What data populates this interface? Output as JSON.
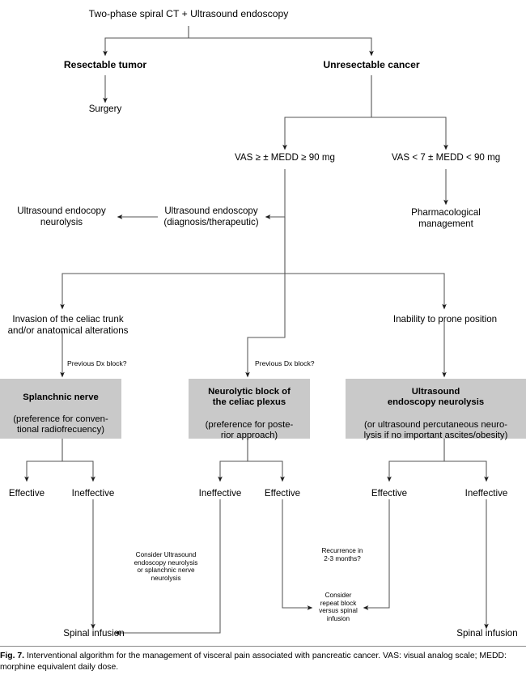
{
  "figure": {
    "number": "Fig. 7.",
    "caption": "Interventional algorithm for the management of visceral pain associated with pancreatic cancer. VAS: visual analog scale; MEDD: morphine equivalent daily dose.",
    "colors": {
      "box_fill": "#c9c9c9",
      "line": "#444444",
      "text": "#000000",
      "background": "#ffffff"
    }
  },
  "nodes": {
    "root": "Two-phase spiral CT + Ultrasound endoscopy",
    "resectable": "Resectable tumor",
    "unresectable": "Unresectable cancer",
    "surgery": "Surgery",
    "vas_high": "VAS ≥ ± MEDD ≥ 90 mg",
    "vas_low": "VAS < 7 ± MEDD < 90 mg",
    "us_endoscopy": "Ultrasound endoscopy\n(diagnosis/therapeutic)",
    "us_neurolysis": "Ultrasound endocopy\nneurolysis",
    "pharmacological": "Pharmacological\nmanagement",
    "invasion": "Invasion of the celiac trunk\nand/or anatomical alterations",
    "inability": "Inability to prone position",
    "prev_dx_left": "Previous Dx block?",
    "prev_dx_mid": "Previous Dx block?",
    "box_splanchnic": {
      "head": "Splanchnic nerve",
      "sub": "(preference for conven-\ntional radiofrecuency)"
    },
    "box_celiac": {
      "head": "Neurolytic block of\nthe celiac plexus",
      "sub": "(preference for poste-\nrior approach)"
    },
    "box_ultrasound": {
      "head": "Ultrasound\nendoscopy neurolysis",
      "sub": "(or ultrasound percutaneous neuro-\nlysis if no important ascites/obesity)"
    },
    "outcomes": {
      "left_effective": "Effective",
      "left_ineffective": "Ineffective",
      "mid_ineffective": "Ineffective",
      "mid_effective": "Effective",
      "right_effective": "Effective",
      "right_ineffective": "Ineffective"
    },
    "consider_us": "Consider Ultrasound\nendoscopy neurolysis\nor splanchnic nerve\nneurolysis",
    "recurrence": "Recurrence in\n2-3 months?",
    "consider_repeat": "Consider\nrepeat block\nversus spinal\ninfusion",
    "spinal_left": "Spinal infusion",
    "spinal_right": "Spinal infusion"
  },
  "chart_data": {
    "type": "diagram",
    "title": "Interventional algorithm for the management of visceral pain associated with pancreatic cancer",
    "edges": [
      {
        "from": "root",
        "to": "resectable"
      },
      {
        "from": "root",
        "to": "unresectable"
      },
      {
        "from": "resectable",
        "to": "surgery"
      },
      {
        "from": "unresectable",
        "to": "vas_high"
      },
      {
        "from": "unresectable",
        "to": "vas_low"
      },
      {
        "from": "vas_high",
        "to": "us_endoscopy"
      },
      {
        "from": "us_endoscopy",
        "to": "us_neurolysis"
      },
      {
        "from": "vas_low",
        "to": "pharmacological"
      },
      {
        "from": "vas_high",
        "to": "invasion"
      },
      {
        "from": "vas_high",
        "to": "inability"
      },
      {
        "from": "vas_high",
        "to": "box_celiac"
      },
      {
        "from": "invasion",
        "to": "box_splanchnic",
        "label": "Previous Dx block?"
      },
      {
        "from": "branch",
        "to": "box_celiac",
        "label": "Previous Dx block?"
      },
      {
        "from": "inability",
        "to": "box_ultrasound"
      },
      {
        "from": "box_splanchnic",
        "to": "left_effective"
      },
      {
        "from": "box_splanchnic",
        "to": "left_ineffective"
      },
      {
        "from": "box_celiac",
        "to": "mid_ineffective"
      },
      {
        "from": "box_celiac",
        "to": "mid_effective"
      },
      {
        "from": "box_ultrasound",
        "to": "right_effective"
      },
      {
        "from": "box_ultrasound",
        "to": "right_ineffective"
      },
      {
        "from": "left_ineffective",
        "to": "spinal_left"
      },
      {
        "from": "mid_ineffective",
        "to": "spinal_left"
      },
      {
        "from": "mid_effective",
        "to": "consider_repeat"
      },
      {
        "from": "right_effective",
        "to": "consider_repeat"
      },
      {
        "from": "right_ineffective",
        "to": "spinal_right"
      }
    ]
  }
}
